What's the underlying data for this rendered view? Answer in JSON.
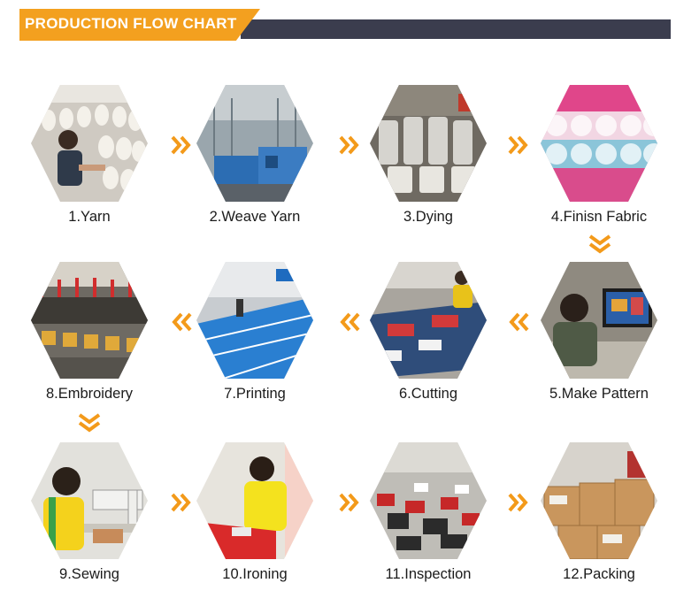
{
  "header": {
    "title": "PRODUCTION FLOW CHART"
  },
  "colors": {
    "accent": "#f3a01f",
    "banner_dark": "#3b3d4e",
    "arrow": "#f39a1a"
  },
  "steps": [
    {
      "label": "1.Yarn"
    },
    {
      "label": "2.Weave Yarn"
    },
    {
      "label": "3.Dying"
    },
    {
      "label": "4.Finisn Fabric"
    },
    {
      "label": "5.Make Pattern"
    },
    {
      "label": "6.Cutting"
    },
    {
      "label": "7.Printing"
    },
    {
      "label": "8.Embroidery"
    },
    {
      "label": "9.Sewing"
    },
    {
      "label": "10.Ironing"
    },
    {
      "label": "11.Inspection"
    },
    {
      "label": "12.Packing"
    }
  ],
  "arrows": [
    {
      "direction": "right"
    },
    {
      "direction": "right"
    },
    {
      "direction": "right"
    },
    {
      "direction": "down"
    },
    {
      "direction": "left"
    },
    {
      "direction": "left"
    },
    {
      "direction": "left"
    },
    {
      "direction": "down"
    },
    {
      "direction": "right"
    },
    {
      "direction": "right"
    },
    {
      "direction": "right"
    }
  ]
}
